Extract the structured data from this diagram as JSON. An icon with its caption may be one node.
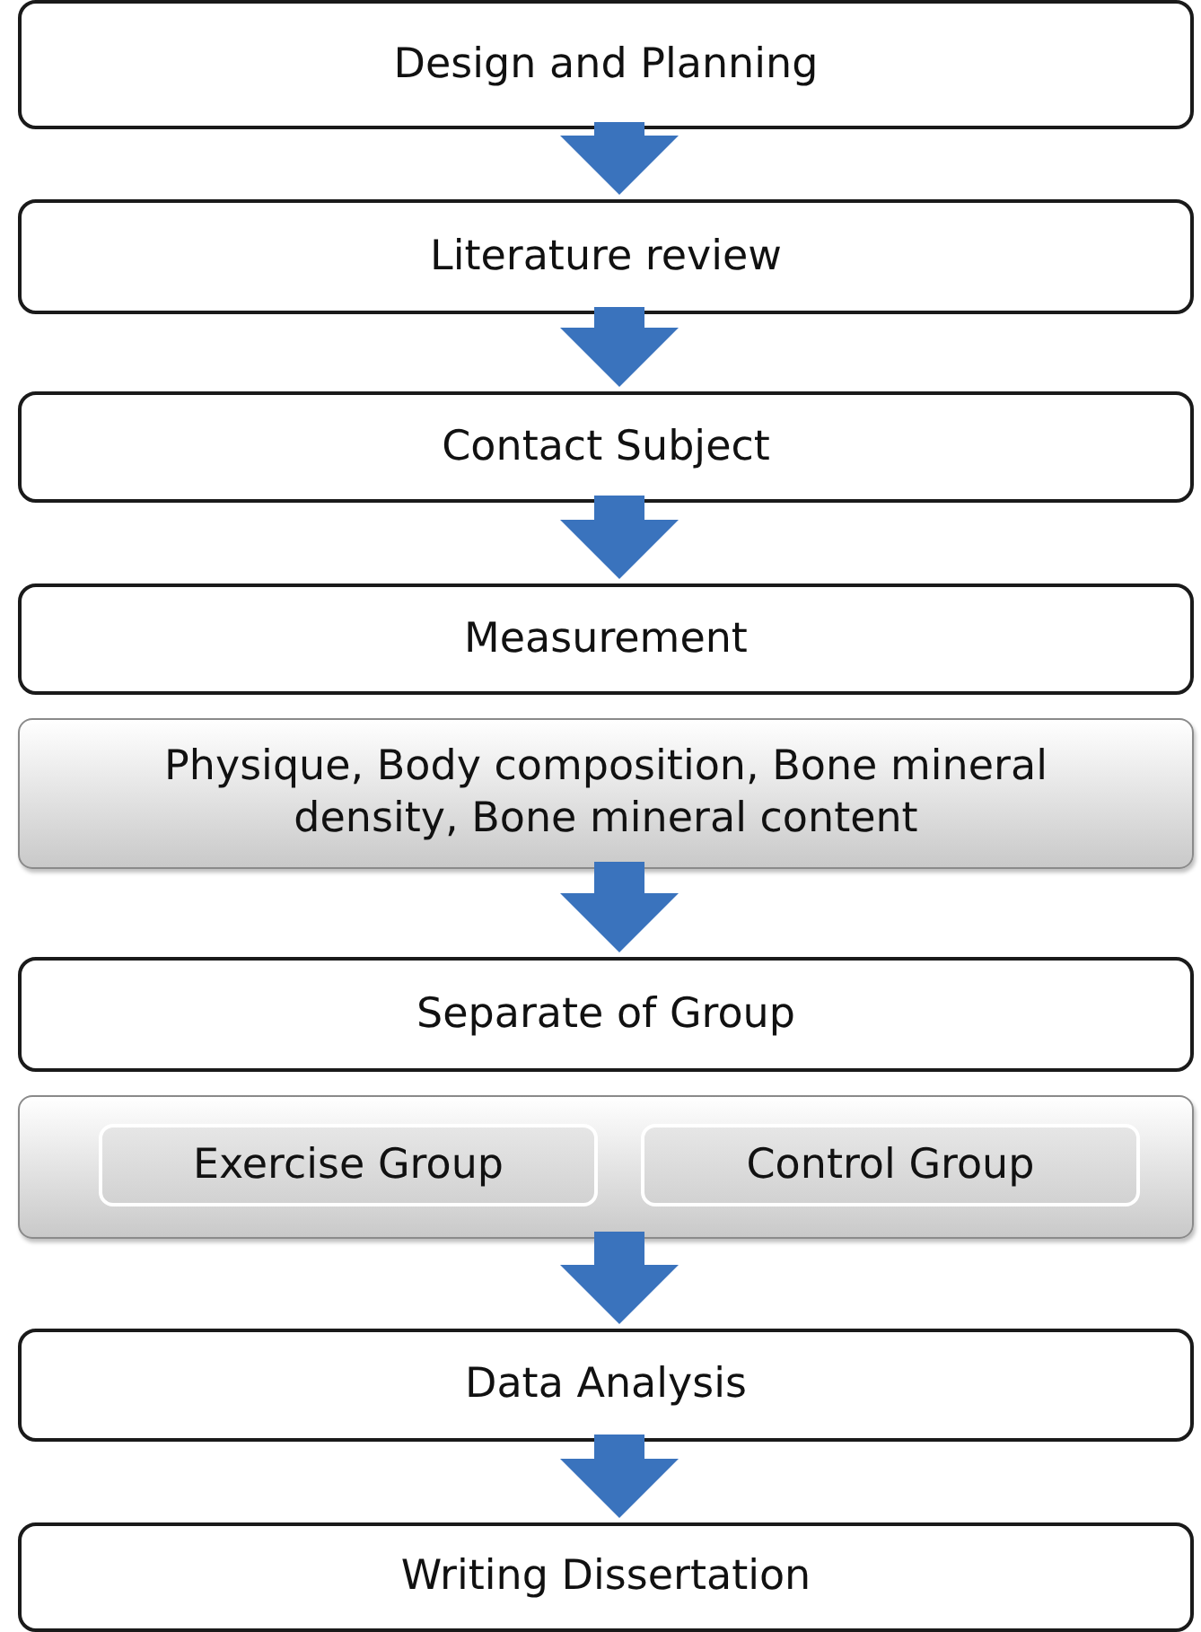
{
  "diagram": {
    "nodes": [
      {
        "text": [
          "Design and Planning"
        ]
      },
      {
        "text": [
          "Literature review"
        ]
      },
      {
        "text": [
          "Contact Subject"
        ]
      },
      {
        "text": [
          "Measurement"
        ]
      },
      {
        "text": [
          "Physique, Body composition, Bone mineral density, Bone mineral content"
        ]
      },
      {
        "text": [
          "Separate of Group"
        ]
      },
      {
        "text": [],
        "shape": "box"
      },
      {
        "text": [
          "Exercise Group"
        ],
        "in": 6
      },
      {
        "text": [
          "Control Group"
        ],
        "in": 6
      },
      {
        "text": [
          "Data Analysis"
        ]
      },
      {
        "text": [
          "Writing Dissertation"
        ]
      }
    ],
    "edges": [
      {
        "from": 0,
        "to": 1,
        "arrow": "to"
      },
      {
        "from": 1,
        "to": 2,
        "arrow": "to"
      },
      {
        "from": 2,
        "to": 3,
        "arrow": "to"
      },
      {
        "from": 4,
        "to": 5,
        "arrow": "to"
      },
      {
        "from": 6,
        "to": 9,
        "arrow": "to"
      },
      {
        "from": 9,
        "to": 10,
        "arrow": "to"
      }
    ]
  }
}
